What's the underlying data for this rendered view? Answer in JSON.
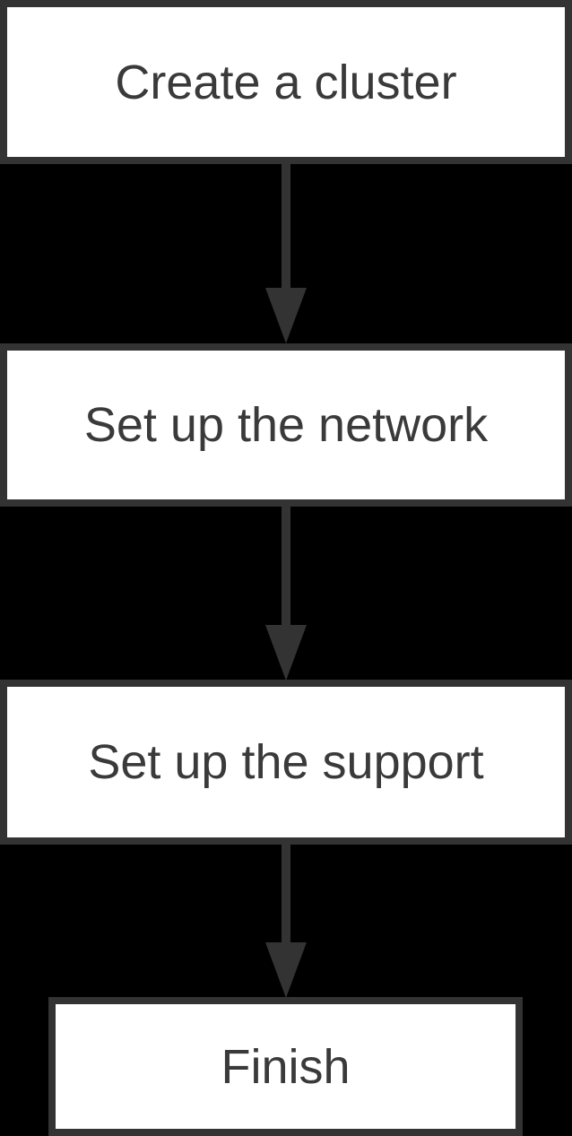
{
  "diagram": {
    "type": "flowchart",
    "direction": "top-down",
    "nodes": [
      {
        "id": "create-cluster",
        "label": "Create a cluster"
      },
      {
        "id": "setup-network",
        "label": "Set up the network"
      },
      {
        "id": "setup-support",
        "label": "Set up the support"
      },
      {
        "id": "finish",
        "label": "Finish"
      }
    ],
    "connectors": [
      {
        "from": "create-cluster",
        "to": "setup-network",
        "style": "arrow-down"
      },
      {
        "from": "setup-network",
        "to": "setup-support",
        "style": "arrow-down"
      },
      {
        "from": "setup-support",
        "to": "finish",
        "style": "arrow-down"
      }
    ],
    "colors": {
      "background": "#000000",
      "node_fill": "#ffffff",
      "node_border": "#333333",
      "arrow": "#333333",
      "text": "#3a3a3a"
    }
  }
}
